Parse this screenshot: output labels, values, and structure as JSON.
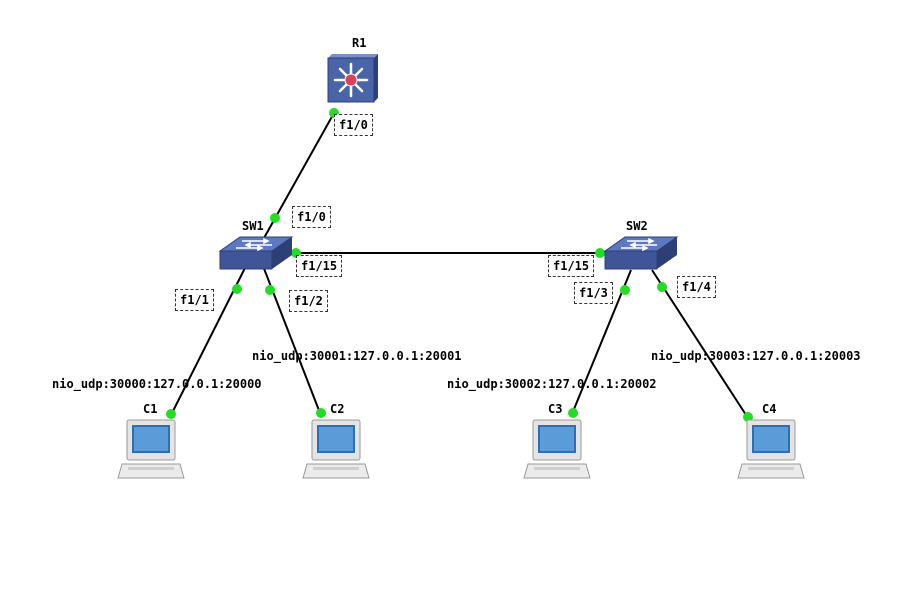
{
  "nodes": {
    "r1": {
      "label": "R1",
      "icon": "multilayer-switch-icon"
    },
    "sw1": {
      "label": "SW1",
      "icon": "switch-icon"
    },
    "sw2": {
      "label": "SW2",
      "icon": "switch-icon"
    },
    "c1": {
      "label": "C1",
      "icon": "computer-icon"
    },
    "c2": {
      "label": "C2",
      "icon": "computer-icon"
    },
    "c3": {
      "label": "C3",
      "icon": "computer-icon"
    },
    "c4": {
      "label": "C4",
      "icon": "computer-icon"
    }
  },
  "ports": {
    "r1_f10": "f1/0",
    "sw1_f10": "f1/0",
    "sw1_f115": "f1/15",
    "sw1_f11": "f1/1",
    "sw1_f12": "f1/2",
    "sw2_f115": "f1/15",
    "sw2_f13": "f1/3",
    "sw2_f14": "f1/4"
  },
  "nio": {
    "c1": "nio_udp:30000:127.0.0.1:20000",
    "c2": "nio_udp:30001:127.0.0.1:20001",
    "c3": "nio_udp:30002:127.0.0.1:20002",
    "c4": "nio_udp:30003:127.0.0.1:20003"
  },
  "colors": {
    "link": "#000000",
    "port_dot": "#22dd22",
    "device_blue": "#4a64a8",
    "router_center": "#e0405a"
  }
}
